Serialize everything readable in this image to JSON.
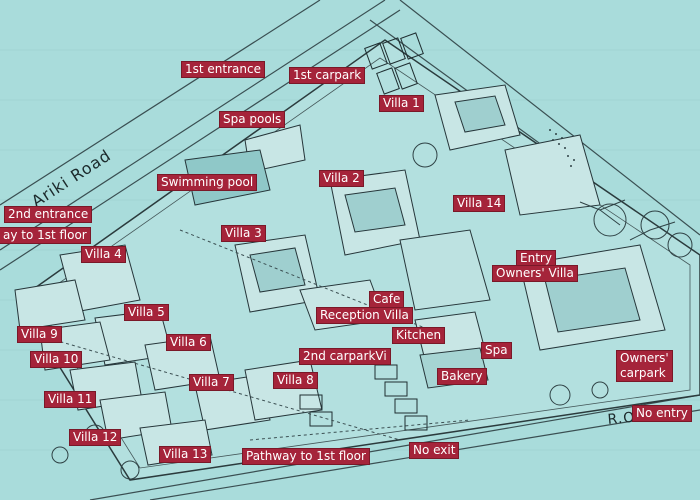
{
  "map": {
    "road_names": {
      "ariki": "Ariki Road",
      "corner": "R.O."
    },
    "labels": {
      "first_entrance": "1st entrance",
      "first_carpark": "1st carpark",
      "villa1": "Villa 1",
      "spa_pools": "Spa pools",
      "swimming_pool": "Swimming pool",
      "villa2": "Villa 2",
      "villa14": "Villa 14",
      "second_entrance": "2nd entrance",
      "pathway_1st_floor_left": "ay to 1st floor",
      "villa3": "Villa 3",
      "villa4": "Villa 4",
      "entry": "Entry",
      "owners_villa": "Owners' Villa",
      "cafe": "Cafe",
      "reception_villa": "Reception Villa",
      "villa5": "Villa 5",
      "villa9": "Villa 9",
      "kitchen": "Kitchen",
      "villa6": "Villa 6",
      "spa": "Spa",
      "second_carpark": "2nd carparkVi",
      "villa10": "Villa 10",
      "bakery": "Bakery",
      "owners_carpark": "Owners'\ncarpark",
      "villa7": "Villa 7",
      "villa8": "Villa 8",
      "villa11": "Villa 11",
      "no_entry": "No entry",
      "villa12": "Villa 12",
      "villa13": "Villa 13",
      "pathway_1st_floor": "Pathway to 1st floor",
      "no_exit": "No exit"
    }
  }
}
